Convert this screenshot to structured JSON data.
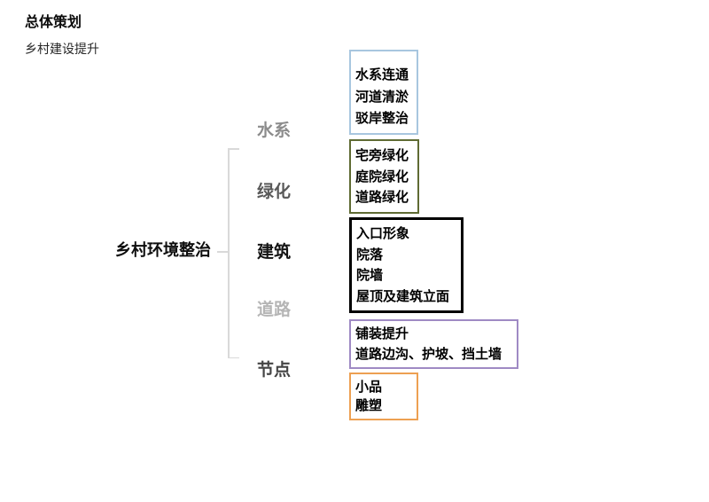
{
  "page": {
    "title": "总体策划",
    "subtitle": "乡村建设提升"
  },
  "diagram": {
    "root_label": "乡村环境整治",
    "connector_color": "#d9d9d9",
    "branches": [
      {
        "label": "水系",
        "label_color": "#8c8c8c",
        "box_border_color": "#a8c6df",
        "items": [
          "水系连通",
          "河道清淤",
          "驳岸整治"
        ]
      },
      {
        "label": "绿化",
        "label_color": "#595959",
        "box_border_color": "#5f6b33",
        "items": [
          "宅旁绿化",
          "庭院绿化",
          "道路绿化"
        ]
      },
      {
        "label": "建筑",
        "label_color": "#141414",
        "box_border_color": "#000000",
        "items": [
          "入口形象",
          "院落",
          "院墙",
          "屋顶及建筑立面"
        ]
      },
      {
        "label": "道路",
        "label_color": "#b5b5b5",
        "box_border_color": "#9f8ac4",
        "items": [
          "铺装提升",
          "道路边沟、护坡、挡土墙"
        ]
      },
      {
        "label": "节点",
        "label_color": "#454545",
        "box_border_color": "#eda052",
        "items": [
          "小品",
          "雕塑"
        ]
      }
    ]
  }
}
